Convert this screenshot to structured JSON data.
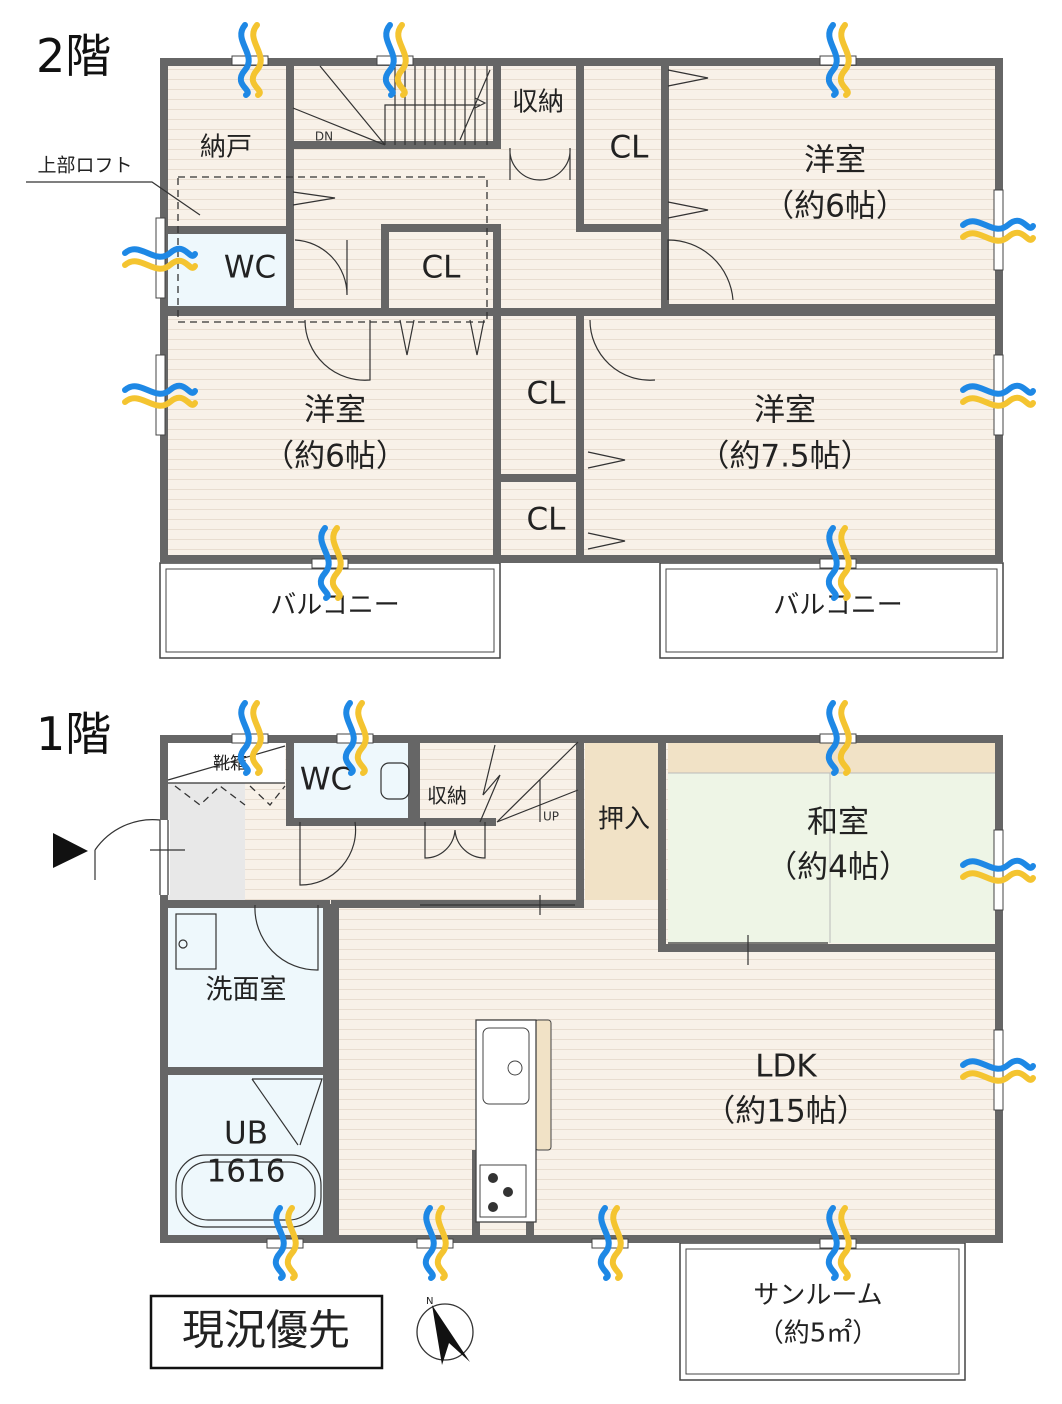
{
  "floor2": {
    "title": "2階",
    "loft_label": "上部ロフト",
    "stairs_label": "DN",
    "rooms": {
      "storeroom": "納戸",
      "wc": "WC",
      "storage": "収納",
      "cl_top": "CL",
      "cl_center": "CL",
      "cl_mid": "CL",
      "cl_bottom": "CL",
      "western_ne": {
        "name": "洋室",
        "size": "（約6帖）"
      },
      "western_sw": {
        "name": "洋室",
        "size": "（約6帖）"
      },
      "western_se": {
        "name": "洋室",
        "size": "（約7.5帖）"
      },
      "balcony_left": "バルコニー",
      "balcony_right": "バルコニー"
    }
  },
  "floor1": {
    "title": "1階",
    "stairs_label": "UP",
    "rooms": {
      "shoe_box": "靴箱",
      "wc": "WC",
      "storage": "収納",
      "closet": "押入",
      "japanese": {
        "name": "和室",
        "size": "（約4帖）"
      },
      "washroom": "洗面室",
      "bath": {
        "name": "UB",
        "size": "1616"
      },
      "ldk": {
        "name": "LDK",
        "size": "（約15帖）"
      },
      "sunroom": {
        "name": "サンルーム",
        "size": "（約5㎡）"
      }
    }
  },
  "notice": "現況優先",
  "compass_label": "N",
  "colors": {
    "wall": "#666666",
    "floor": "#f8f1e8",
    "wet": "#eef8fc",
    "tatami": "#eef5e6",
    "closet": "#f1e2c6",
    "wind_blue": "#1e88e5",
    "wind_yellow": "#f4c430"
  }
}
